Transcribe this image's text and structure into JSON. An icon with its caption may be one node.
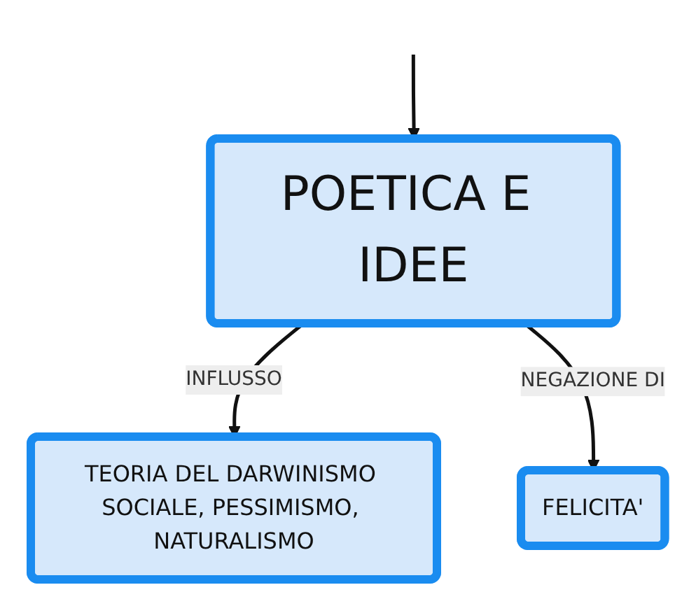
{
  "diagram": {
    "nodes": [
      {
        "text": [
          "POETICA E IDEE"
        ]
      },
      {
        "text": [
          "TEORIA DEL DARWINISMO SOCIALE, PESSIMISMO, NATURALISMO"
        ]
      },
      {
        "text": [
          "FELICITA'"
        ]
      }
    ],
    "edges": [
      {
        "from": null,
        "to": 0,
        "arrow": "to"
      },
      {
        "from": 0,
        "to": 1,
        "label": "INFLUSSO",
        "arrow": "to"
      },
      {
        "from": 0,
        "to": 2,
        "label": "NEGAZIONE DI",
        "arrow": "to"
      }
    ]
  }
}
